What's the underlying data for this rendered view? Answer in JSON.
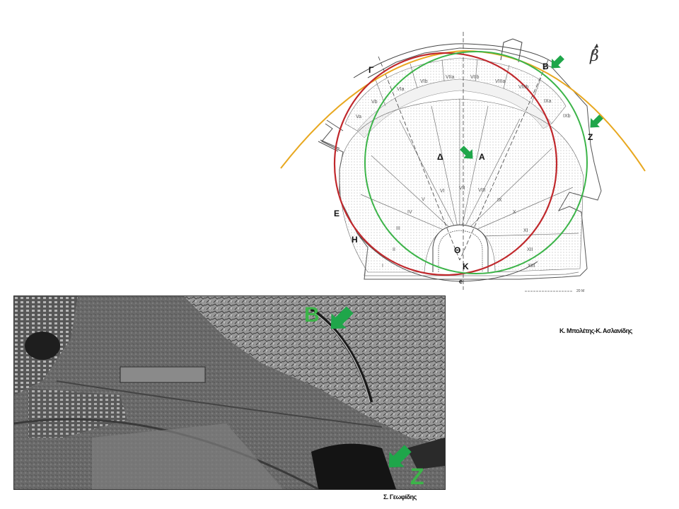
{
  "plan": {
    "labels": {
      "gamma": "Γ",
      "beta": "B",
      "zeta": "Z",
      "delta": "Δ",
      "alpha": "A",
      "epsilon": "E",
      "eta": "H",
      "theta": "Θ",
      "kappa": "K",
      "small_e": "e",
      "north": "β"
    },
    "sectors_upper": [
      "Va",
      "Vb",
      "VIa",
      "VIb",
      "VIIa",
      "VIIb",
      "VIIIa",
      "VIIIb",
      "IXa",
      "IXb"
    ],
    "sectors_lower": [
      "I",
      "II",
      "III",
      "IV",
      "V",
      "VI",
      "VII",
      "VIII",
      "IX",
      "X",
      "XI",
      "XII",
      "XIII"
    ],
    "scale_text": "20 M",
    "colors": {
      "red": "#c0282c",
      "green": "#3cb449",
      "orange": "#e8a820",
      "arrow": "#1fa64a"
    }
  },
  "photo": {
    "label_b": "B",
    "label_z": "Z"
  },
  "credits": {
    "plan_credit": "Κ. Μπολέτης-Κ. Ασλανίδης",
    "photo_credit": "Σ. Γεωφίδης"
  }
}
